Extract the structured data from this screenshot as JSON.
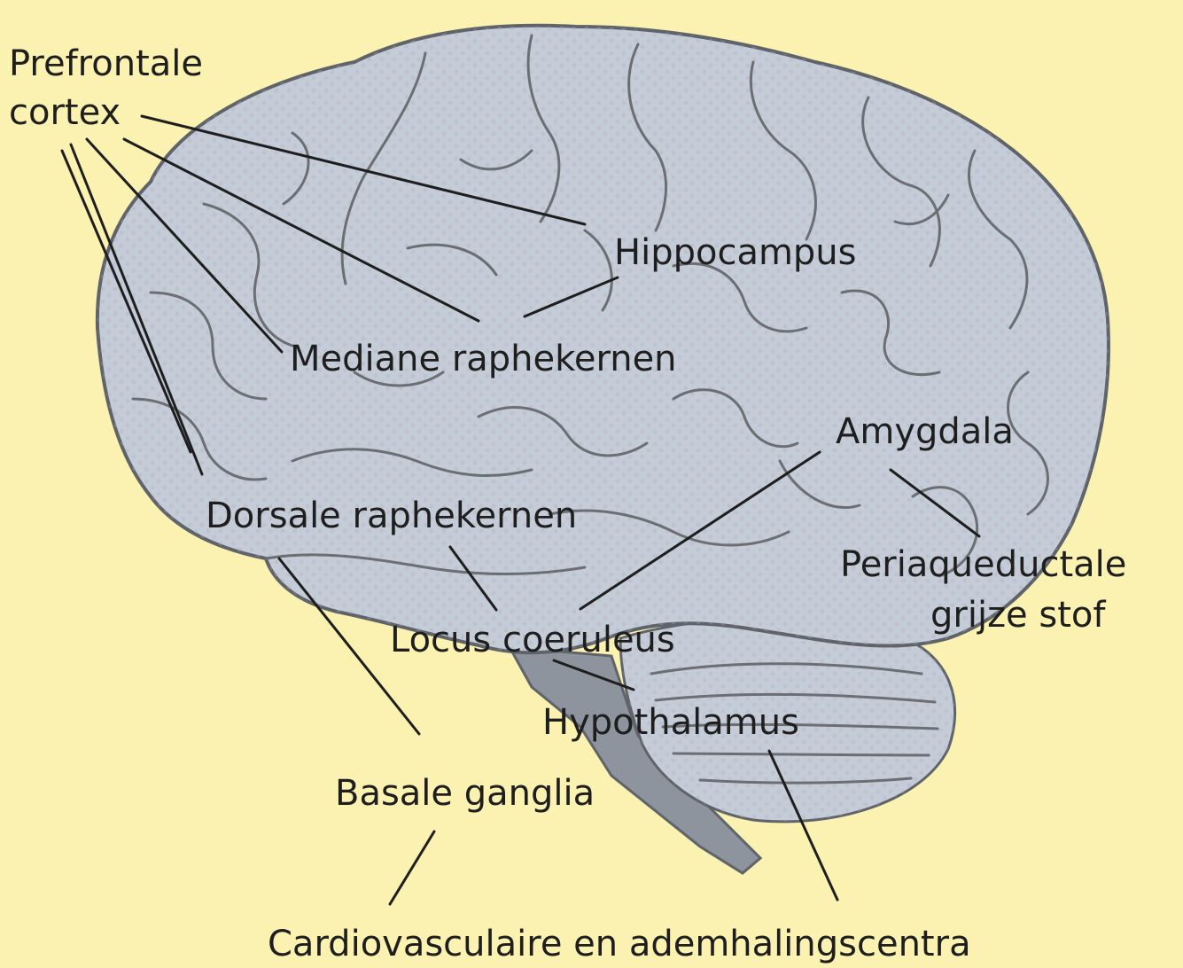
{
  "colors": {
    "background": "#fbf1b0",
    "brain_fill": "#c4ccd8",
    "brain_outline": "#5f636a",
    "brainstem_fill": "#8e949d",
    "label_text": "#1e1e1e"
  },
  "labels": {
    "prefrontale_cortex_line1": "Prefrontale",
    "prefrontale_cortex_line2": "cortex",
    "hippocampus": "Hippocampus",
    "mediane_raphekernen": "Mediane raphekernen",
    "amygdala": "Amygdala",
    "dorsale_raphekernen": "Dorsale raphekernen",
    "periaqueductale_line1": "Periaqueductale",
    "periaqueductale_line2": "grijze stof",
    "locus_coeruleus": "Locus coeruleus",
    "hypothalamus": "Hypothalamus",
    "basale_ganglia": "Basale ganglia",
    "cardiovasculaire": "Cardiovasculaire en ademhalingscentra"
  }
}
